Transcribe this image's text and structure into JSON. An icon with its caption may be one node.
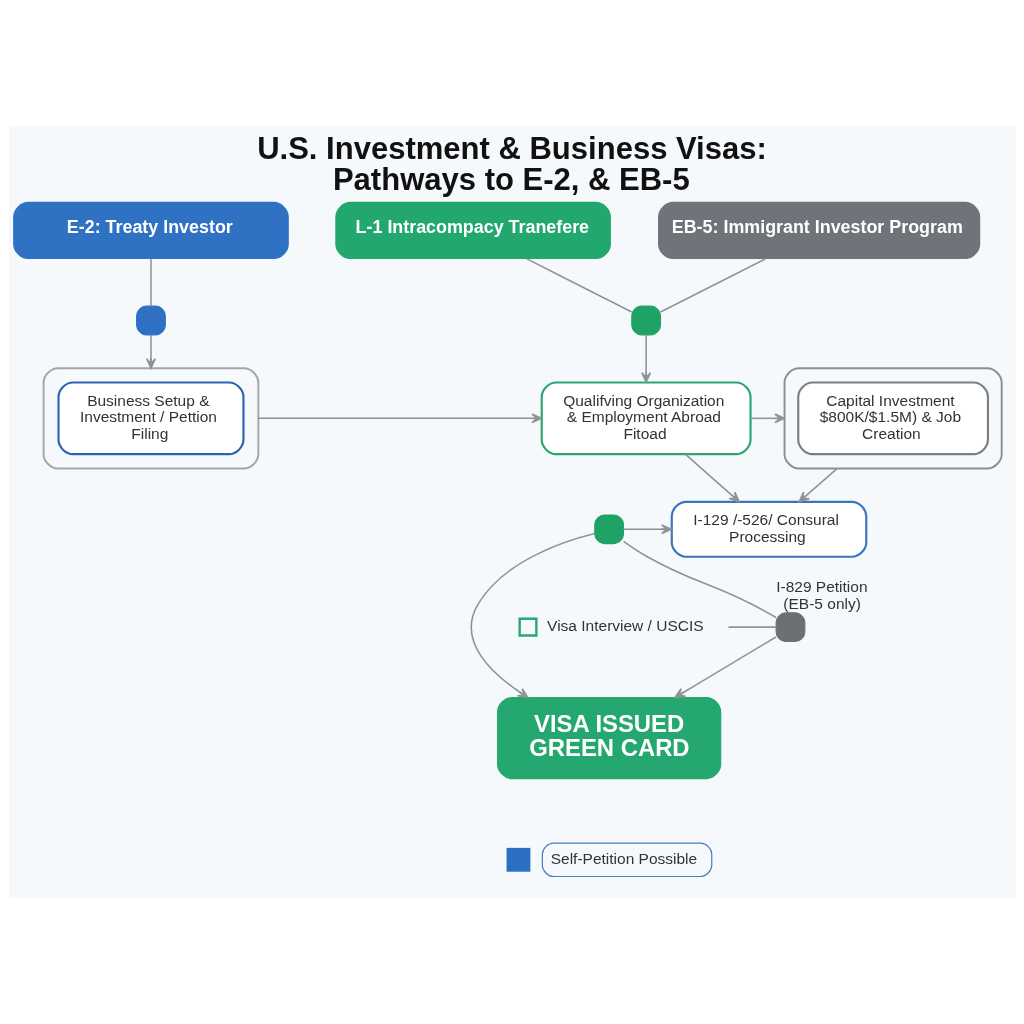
{
  "diagram": {
    "title": "U.S. Investment & Business Visas: Pathways to E-2, & EB-5",
    "nodes": [
      {
        "text": [
          "E-2: Treaty Investor"
        ]
      },
      {
        "text": [
          "L-1 Intracompacy Tranefere"
        ]
      },
      {
        "text": [
          "EB-5: Immigrant Investor Program"
        ]
      },
      {
        "text": [],
        "shape": "box"
      },
      {
        "text": [],
        "shape": "box"
      },
      {
        "text": [],
        "shape": "box"
      },
      {
        "text": [
          "Business Setup & Investment / Pettion Filing"
        ],
        "in": 5
      },
      {
        "text": [
          "Qualifving Organization & Employment Abroad Fitoad"
        ]
      },
      {
        "text": [],
        "shape": "box"
      },
      {
        "text": [
          "Capital Investment $800K/$1.5M) & Job Creation"
        ],
        "in": 8
      },
      {
        "text": [
          "I-129 /-526/ Consural Processing"
        ]
      },
      {
        "text": [],
        "shape": "box"
      },
      {
        "text": [
          "Visa Interview / USCIS"
        ]
      },
      {
        "text": [],
        "shape": "box",
        "beside": [
          "I-829 Petition (EB-5 only)"
        ]
      },
      {
        "text": [
          "VISA ISSUED GREEN CARD"
        ]
      }
    ],
    "edges": [
      {
        "from": 0,
        "to": 3,
        "arrow": "none"
      },
      {
        "from": 3,
        "to": 5,
        "arrow": "to"
      },
      {
        "from": 1,
        "to": 4,
        "arrow": "none"
      },
      {
        "from": 2,
        "to": 4,
        "arrow": "none"
      },
      {
        "from": 4,
        "to": 7,
        "arrow": "to"
      },
      {
        "from": 5,
        "to": 7,
        "arrow": "to"
      },
      {
        "from": 7,
        "to": 8,
        "arrow": "to"
      },
      {
        "from": 7,
        "to": 10,
        "arrow": "to"
      },
      {
        "from": 8,
        "to": 10,
        "arrow": "to"
      },
      {
        "from": 11,
        "to": 10,
        "arrow": "to"
      },
      {
        "from": 11,
        "to": 13,
        "arrow": "none"
      },
      {
        "from": 11,
        "to": 14,
        "arrow": "to"
      },
      {
        "from": 12,
        "to": 13,
        "arrow": "none"
      },
      {
        "from": 13,
        "to": 14,
        "arrow": "to"
      }
    ],
    "legend": [
      {
        "text": "Self-Petition Possible",
        "color": "#2b6fc4"
      }
    ]
  }
}
